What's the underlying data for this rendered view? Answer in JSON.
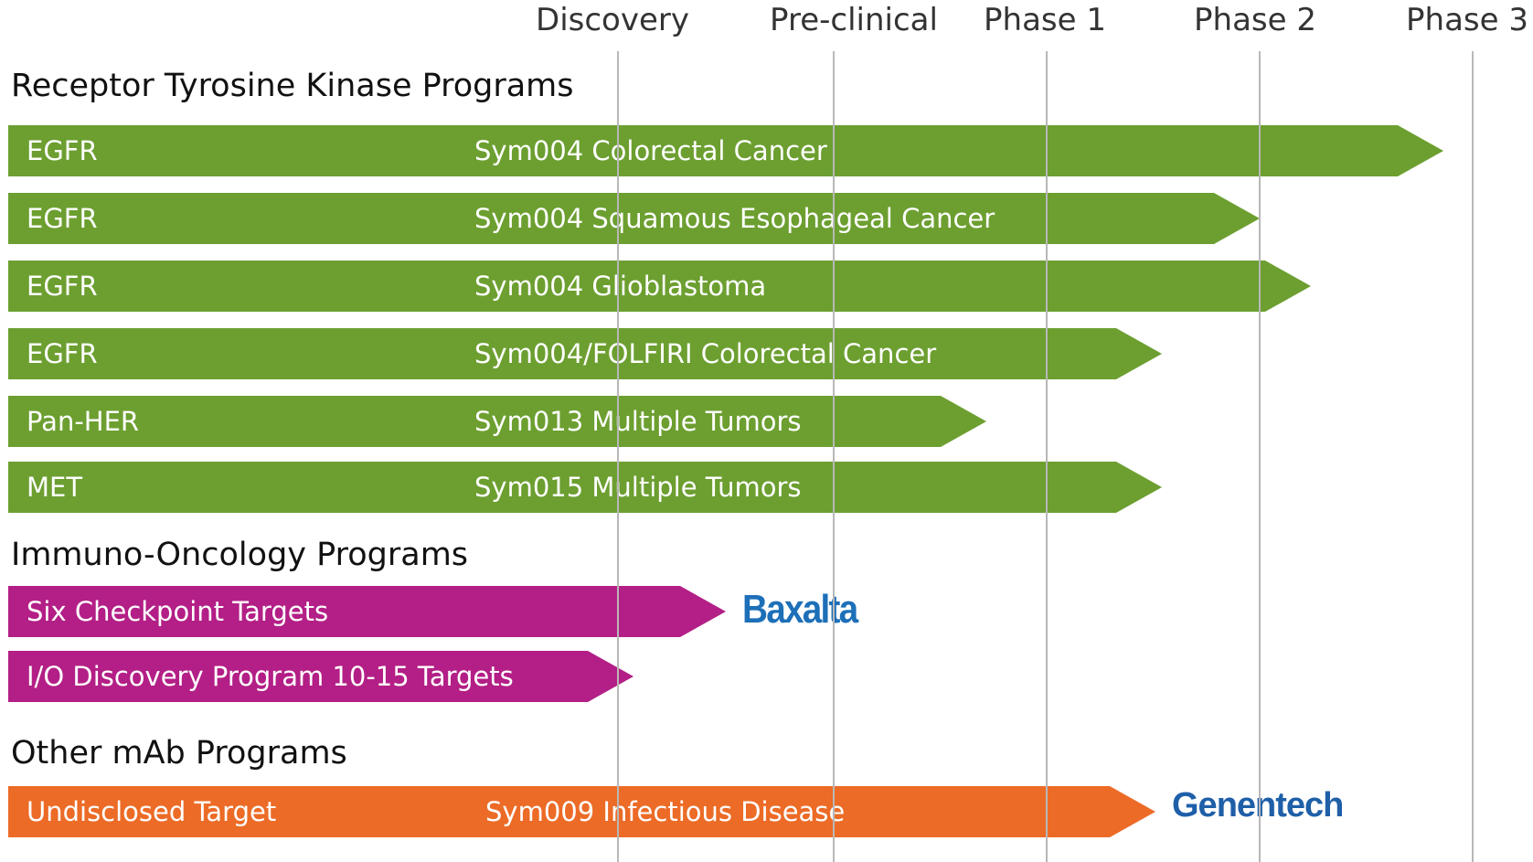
{
  "phases": [
    "Discovery",
    "Pre-clinical",
    "Phase 1",
    "Phase 2",
    "Phase 3"
  ],
  "sections": [
    {
      "title": "Receptor Tyrosine Kinase Programs",
      "programs": [
        {
          "target": "EGFR",
          "name": "Sym004 Colorectal Cancer"
        },
        {
          "target": "EGFR",
          "name": "Sym004 Squamous Esophageal Cancer"
        },
        {
          "target": "EGFR",
          "name": "Sym004 Glioblastoma"
        },
        {
          "target": "EGFR",
          "name": "Sym004/FOLFIRI Colorectal Cancer"
        },
        {
          "target": "Pan-HER",
          "name": "Sym013 Multiple Tumors"
        },
        {
          "target": "MET",
          "name": "Sym015 Multiple Tumors"
        }
      ]
    },
    {
      "title": "Immuno-Oncology Programs",
      "programs": [
        {
          "target": "Six Checkpoint Targets",
          "name": ""
        },
        {
          "target": "I/O Discovery Program 10-15 Targets",
          "name": ""
        }
      ]
    },
    {
      "title": "Other mAb Programs",
      "programs": [
        {
          "target": "Undisclosed Target",
          "name": "Sym009 Infectious Disease"
        }
      ]
    }
  ],
  "partners": {
    "baxalta": "Baxalta",
    "genentech": "Genentech"
  },
  "colors": {
    "rtk_bar": "#6c9f30",
    "io_bar": "#b31f86",
    "other_bar": "#ec6b26",
    "baxalta_logo": "#1d6fb8",
    "genentech_logo": "#1f5fa8"
  }
}
